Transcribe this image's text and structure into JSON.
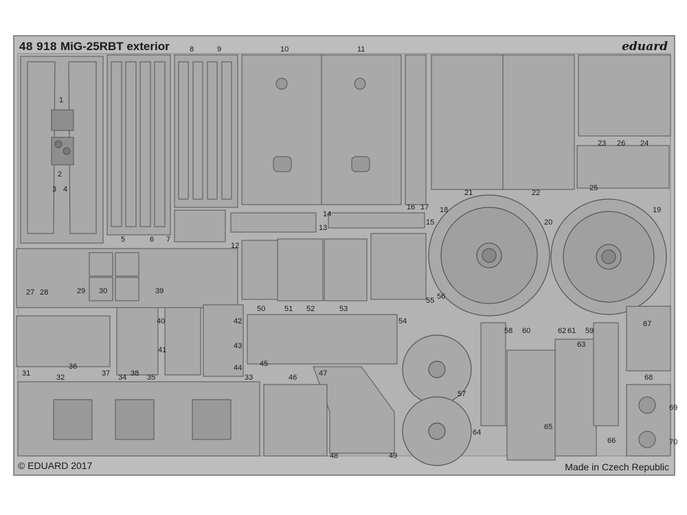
{
  "header": {
    "code": "48 918",
    "title": "MiG-25RBT exterior",
    "brand": "eduard"
  },
  "footer": {
    "copyright": "© EDUARD 2017",
    "origin": "Made in Czech Republic"
  },
  "part_numbers": [
    "1",
    "2",
    "3",
    "4",
    "5",
    "6",
    "7",
    "8",
    "9",
    "10",
    "11",
    "12",
    "13",
    "14",
    "15",
    "16",
    "17",
    "18",
    "19",
    "20",
    "21",
    "22",
    "23",
    "24",
    "25",
    "26",
    "27",
    "28",
    "29",
    "30",
    "31",
    "32",
    "33",
    "34",
    "35",
    "36",
    "37",
    "38",
    "39",
    "40",
    "41",
    "42",
    "43",
    "44",
    "45",
    "46",
    "47",
    "48",
    "49",
    "50",
    "51",
    "52",
    "53",
    "54",
    "55",
    "56",
    "57",
    "58",
    "59",
    "60",
    "61",
    "62",
    "63",
    "64",
    "65",
    "66",
    "67",
    "68",
    "69",
    "70"
  ],
  "colors": {
    "fret": "#b7b7b7",
    "fret_edge": "#6f6f6f",
    "part": "#a9a9a9",
    "part_dark": "#8e8e8e",
    "line": "#555555",
    "background": "#ffffff"
  }
}
